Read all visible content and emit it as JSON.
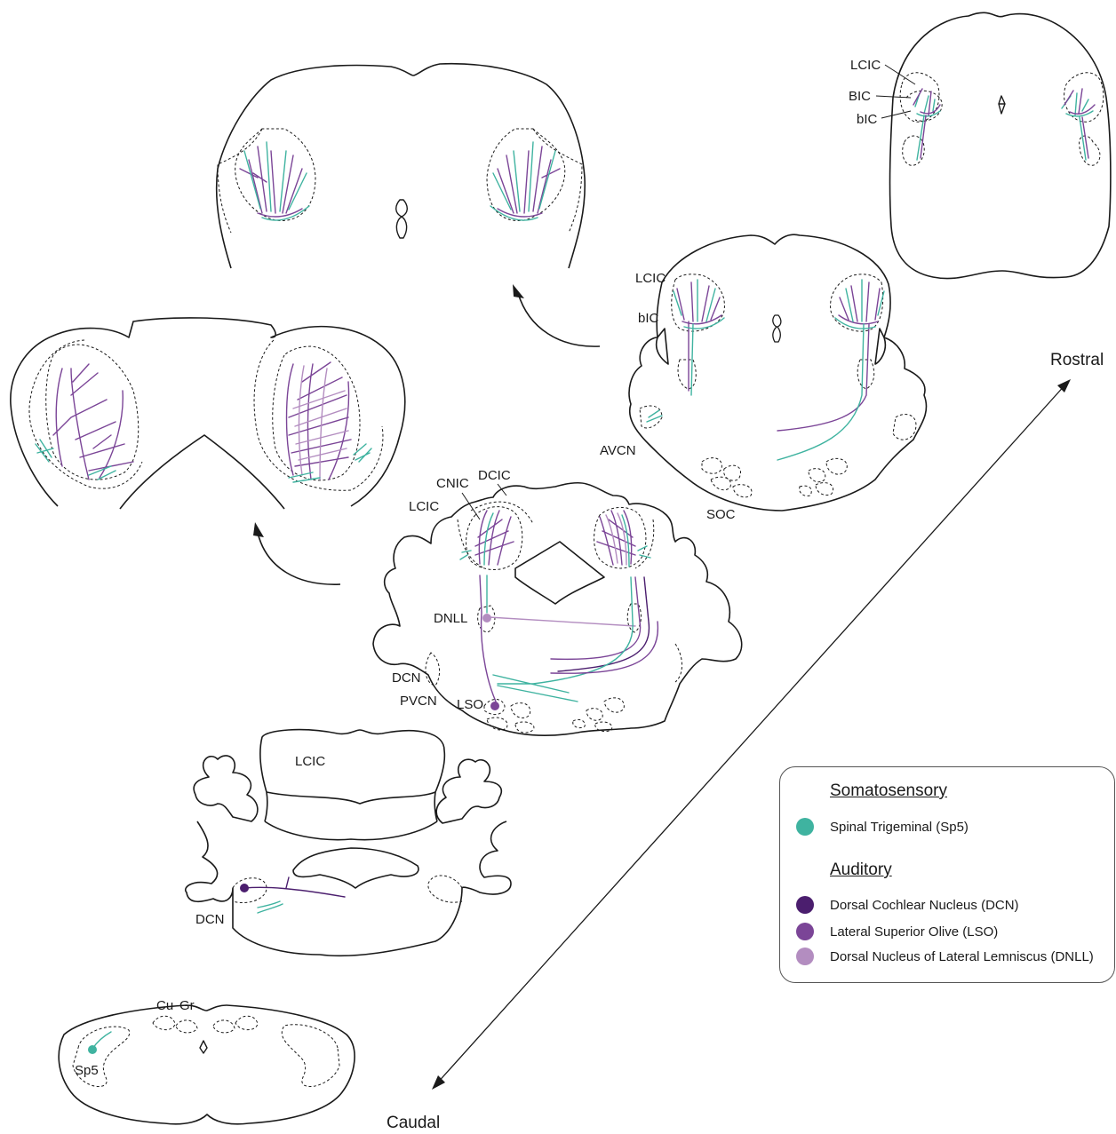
{
  "labels": {
    "lcic": "LCIC",
    "bic_upper": "BIC",
    "bic_lower": "bIC",
    "cnic": "CNIC",
    "dcic": "DCIC",
    "avcn": "AVCN",
    "soc": "SOC",
    "dnll": "DNLL",
    "dcn": "DCN",
    "pvcn": "PVCN",
    "lso": "LSO",
    "cu": "Cu",
    "gr": "Gr",
    "sp5": "Sp5"
  },
  "axis": {
    "rostral": "Rostral",
    "caudal": "Caudal"
  },
  "legend": {
    "somatosensory_heading": "Somatosensory",
    "auditory_heading": "Auditory",
    "items": [
      {
        "label": "Spinal Trigeminal (Sp5)",
        "color": "#3fb3a0"
      },
      {
        "label": "Dorsal Cochlear Nucleus (DCN)",
        "color": "#4b1e6e"
      },
      {
        "label": "Lateral Superior Olive (LSO)",
        "color": "#7b4597"
      },
      {
        "label": "Dorsal Nucleus of Lateral Lemniscus (DNLL)",
        "color": "#b38dc0"
      }
    ]
  }
}
